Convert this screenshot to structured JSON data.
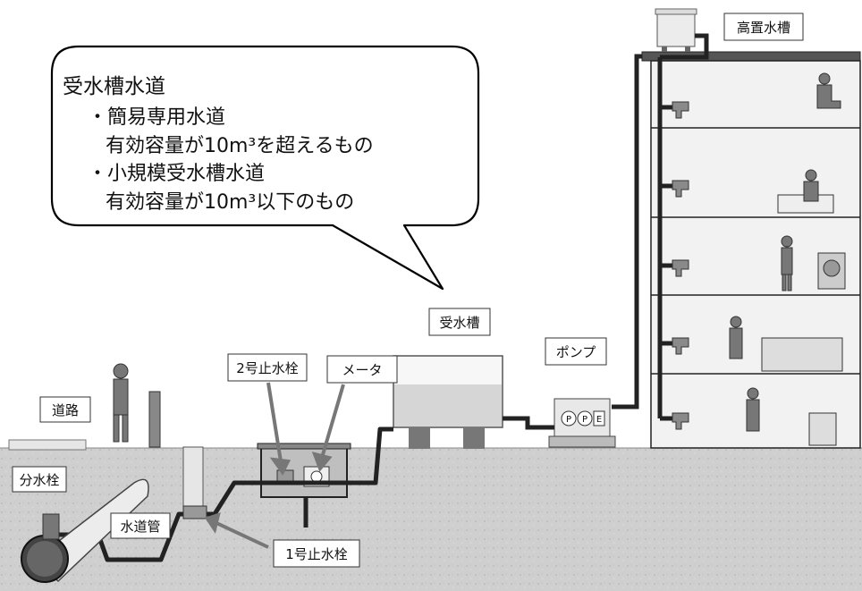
{
  "bubble": {
    "title": "受水槽水道",
    "item1": "・簡易専用水道",
    "item1_desc": "有効容量が10m³を超えるもの",
    "item2": "・小規模受水槽水道",
    "item2_desc": "有効容量が10m³以下のもの"
  },
  "labels": {
    "elevated_tank": "高置水槽",
    "receiving_tank": "受水槽",
    "pump": "ポンプ",
    "stopcock_no2": "2号止水栓",
    "meter": "メータ",
    "road": "道路",
    "branch_valve": "分水栓",
    "water_pipe": "水道管",
    "stopcock_no1": "1号止水栓"
  },
  "pump_marks": [
    "P",
    "P",
    "E"
  ],
  "colors": {
    "ground": "#c9c9c9",
    "pipe": "#222222",
    "outline": "#000000",
    "building_wall": "#f2f2f2",
    "tank_water": "#d6d6d6"
  }
}
